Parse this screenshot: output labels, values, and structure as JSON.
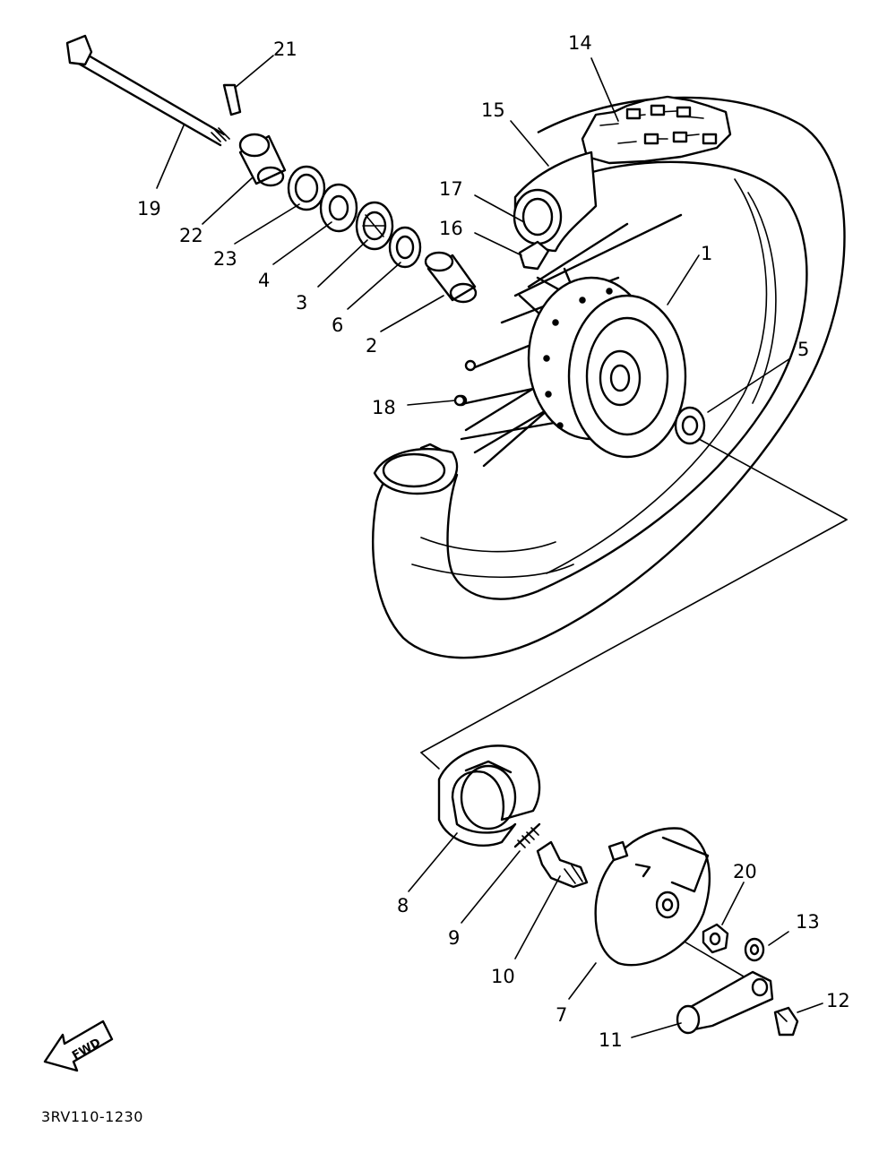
{
  "diagram": {
    "code": "3RV110-1230",
    "direction_label": "FWD",
    "callouts": [
      "1",
      "2",
      "3",
      "4",
      "5",
      "6",
      "7",
      "8",
      "9",
      "10",
      "11",
      "12",
      "13",
      "14",
      "15",
      "16",
      "17",
      "18",
      "19",
      "20",
      "21",
      "22",
      "23"
    ]
  }
}
